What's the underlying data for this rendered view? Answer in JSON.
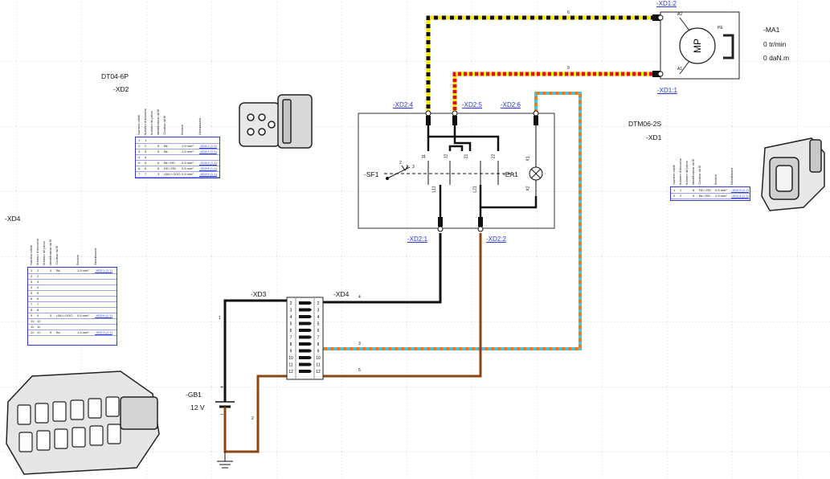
{
  "labels": {
    "xd12": "-XD1:2",
    "xd11": "-XD1:1",
    "ma1": "-MA1",
    "speed": "0 tr/min",
    "torque": "0 daN.m",
    "motor_a2": "A2",
    "motor_a1": "A1",
    "motor_pe": "PE",
    "dt04_title": "DT04-6P",
    "dt04_ref": "-XD2",
    "dtm06_title": "DTM06-2S",
    "dtm06_ref": "-XD1",
    "xd4_side": "-XD4",
    "xd24": "-XD2:4",
    "xd25": "-XD2:5",
    "xd26": "-XD2:6",
    "xd21": "-XD2:1",
    "xd22": "-XD2:2",
    "sf1": "-SF1",
    "ea1": "-EA1",
    "xd3": "-XD3",
    "xd4": "-XD4",
    "gb1": "-GB1",
    "voltage": "12 V"
  },
  "wire_numbers": {
    "w6": "6",
    "w9": "9",
    "w4": "4",
    "w3": "3",
    "w5": "5",
    "w1": "1",
    "w2": "2"
  },
  "switch_pins": [
    "11",
    "12",
    "21",
    "22",
    "L11",
    "L21"
  ],
  "lamp_pins": [
    "X1",
    "X2"
  ],
  "switch_nums": [
    "2",
    "1",
    "3"
  ],
  "terminal_pins_left": [
    "2",
    "3",
    "4",
    "5",
    "6",
    "7",
    "8",
    "9",
    "10",
    "11",
    "12"
  ],
  "terminal_pins_right": [
    "2",
    "3",
    "4",
    "5",
    "6",
    "7",
    "8",
    "9",
    "10",
    "11",
    "12"
  ],
  "battery": {
    "plus": "+",
    "minus": "−"
  },
  "table_headers": [
    "Numéro câblé",
    "Numéro d'encoche",
    "Numéro de pièce",
    "Identificateur du fil",
    "Couleur du fil",
    "Section",
    "Aboutissant"
  ],
  "table_dt04_rows": [
    [
      "1",
      "1",
      "",
      "",
      "",
      "",
      ""
    ],
    [
      "2",
      "2",
      "",
      "5",
      "Bk",
      "1.5 mm²",
      "-XD4:1 (1.1)"
    ],
    [
      "3",
      "3",
      "",
      "5",
      "Bk",
      "1.5 mm²",
      "-XD4:1 (1.1)"
    ],
    [
      "4",
      "4",
      "",
      "",
      "",
      "",
      ""
    ],
    [
      "5",
      "5",
      "",
      "6",
      "Bk / RD",
      "0.5 mm²",
      "-XD3:5 (1.1)"
    ],
    [
      "6",
      "6",
      "",
      "8",
      "RD / RD",
      "0.5 mm²",
      "-XD3:8 (1.1)"
    ],
    [
      "7",
      "7",
      "",
      "3",
      "LBU / OGO",
      "0.5 mm²",
      "-XD3:9 (1.1)"
    ]
  ],
  "table_dtm06_rows": [
    [
      "1",
      "1",
      "",
      "8",
      "RD / RD",
      "0.5 mm²",
      "-XD2:5 (1.1)"
    ],
    [
      "2",
      "2",
      "",
      "9",
      "Bk / RD",
      "0.5 mm²",
      "-XD2:4 (1.1)"
    ]
  ],
  "table_xd4_rows": [
    [
      "1",
      "1",
      "",
      "4",
      "Bk",
      "1.5 mm²",
      "-XD2:1 (1.1)"
    ],
    [
      "2",
      "2",
      "",
      "",
      "",
      "",
      ""
    ],
    [
      "3",
      "3",
      "",
      "",
      "",
      "",
      ""
    ],
    [
      "4",
      "4",
      "",
      "",
      "",
      "",
      ""
    ],
    [
      "5",
      "5",
      "",
      "",
      "",
      "",
      ""
    ],
    [
      "6",
      "6",
      "",
      "",
      "",
      "",
      ""
    ],
    [
      "7",
      "7",
      "",
      "",
      "",
      "",
      ""
    ],
    [
      "8",
      "8",
      "",
      "",
      "",
      "",
      ""
    ],
    [
      "9",
      "9",
      "",
      "3",
      "LBU / OGO",
      "0.5 mm²",
      "-XD2:6 (1.1)"
    ],
    [
      "10",
      "10",
      "",
      "",
      "",
      "",
      ""
    ],
    [
      "11",
      "11",
      "",
      "",
      "",
      "",
      ""
    ],
    [
      "12",
      "12",
      "",
      "5",
      "Bn",
      "1.5 mm²",
      "-XD2:2 (1.1)"
    ]
  ],
  "colors": {
    "grid": "#c9c9ef",
    "black_wire": "#111111",
    "brown_wire": "#8b4513",
    "yellow": "#f5e800",
    "red": "#e01010",
    "cyan": "#49c3ee",
    "orange": "#f07a1a",
    "link": "#2a3ad6"
  },
  "icons": [
    "motor-icon",
    "lamp-icon",
    "switch-icon",
    "battery-icon",
    "ground-icon",
    "connector-6p-icon",
    "connector-2s-icon",
    "connector-12p-icon"
  ]
}
